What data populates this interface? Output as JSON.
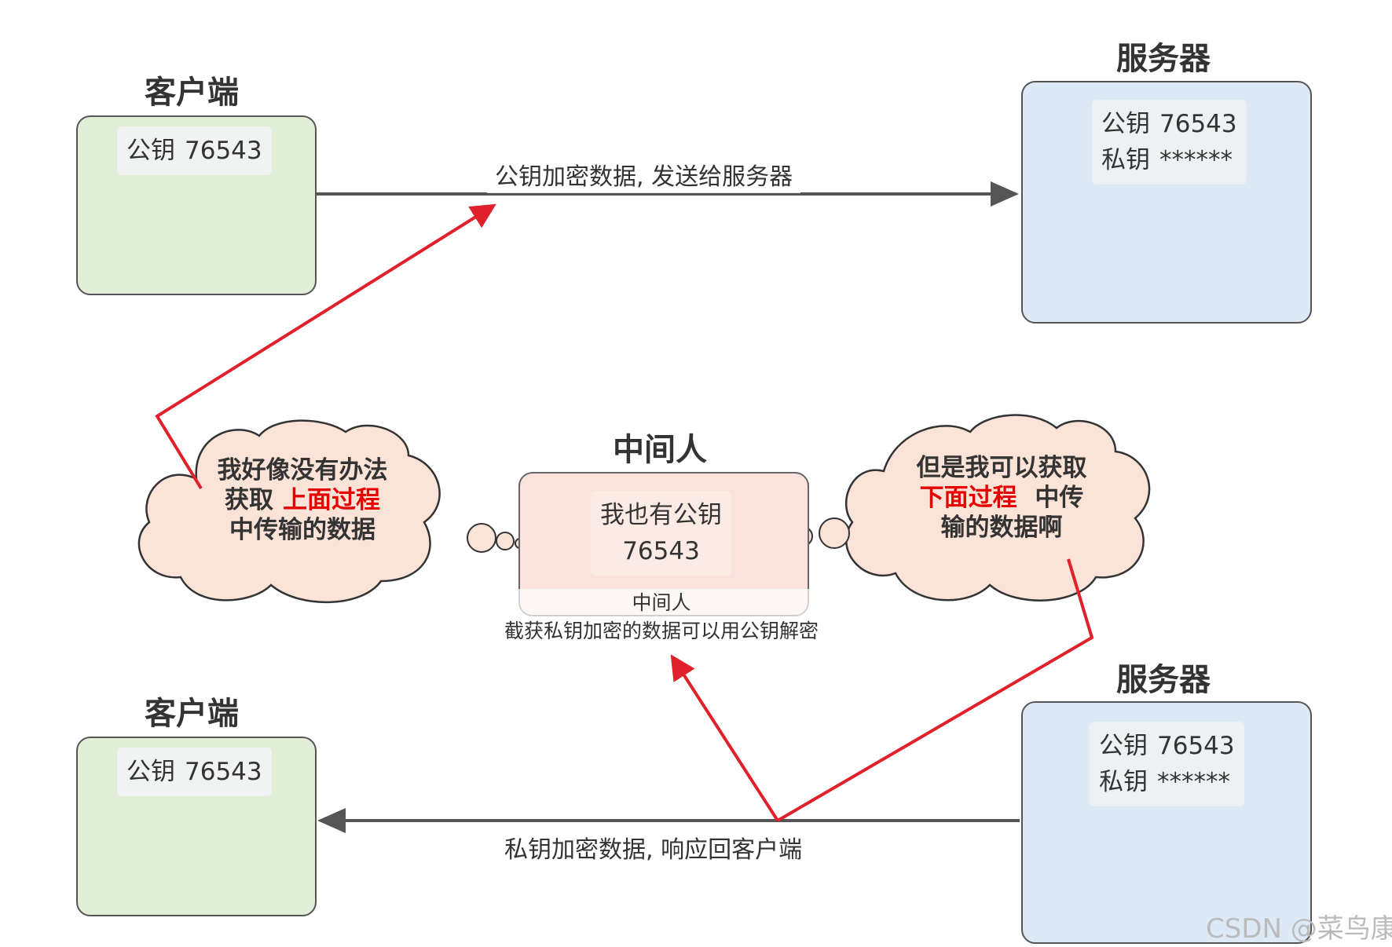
{
  "top": {
    "client_title": "客户端",
    "server_title": "服务器",
    "client_key": {
      "label": "公钥",
      "value": "76543"
    },
    "server_public": {
      "label": "公钥",
      "value": "76543"
    },
    "server_private": {
      "label": "私钥",
      "value": "******"
    },
    "arrow_label": "公钥加密数据, 发送给服务器"
  },
  "bottom": {
    "client_title": "客户端",
    "server_title": "服务器",
    "client_key": {
      "label": "公钥",
      "value": "76543"
    },
    "server_public": {
      "label": "公钥",
      "value": "76543"
    },
    "server_private": {
      "label": "私钥",
      "value": "******"
    },
    "arrow_label": "私钥加密数据, 响应回客户端"
  },
  "mitm": {
    "title": "中间人",
    "key_line1": "我也有公钥",
    "key_line2": "76543",
    "caption_line1": "中间人",
    "caption_line2": "截获私钥加密的数据可以用公钥解密"
  },
  "left_cloud": {
    "line1": "我好像没有办法",
    "line2_prefix": "获取",
    "line2_highlight": "上面过程",
    "line3": "中传输的数据"
  },
  "right_cloud": {
    "line1": "但是我可以获取",
    "line2_highlight": "下面过程",
    "line2_suffix": " 中传",
    "line3": "输的数据啊"
  },
  "watermark": "CSDN @菜鸟康",
  "colors": {
    "client_fill": "#e1eed8",
    "server_fill": "#dee9f6",
    "mitm_fill": "#f9e3dc",
    "cloud_fill": "#fbe3d8",
    "annotation_red": "#e0202a",
    "arrow_gray": "#555555"
  }
}
